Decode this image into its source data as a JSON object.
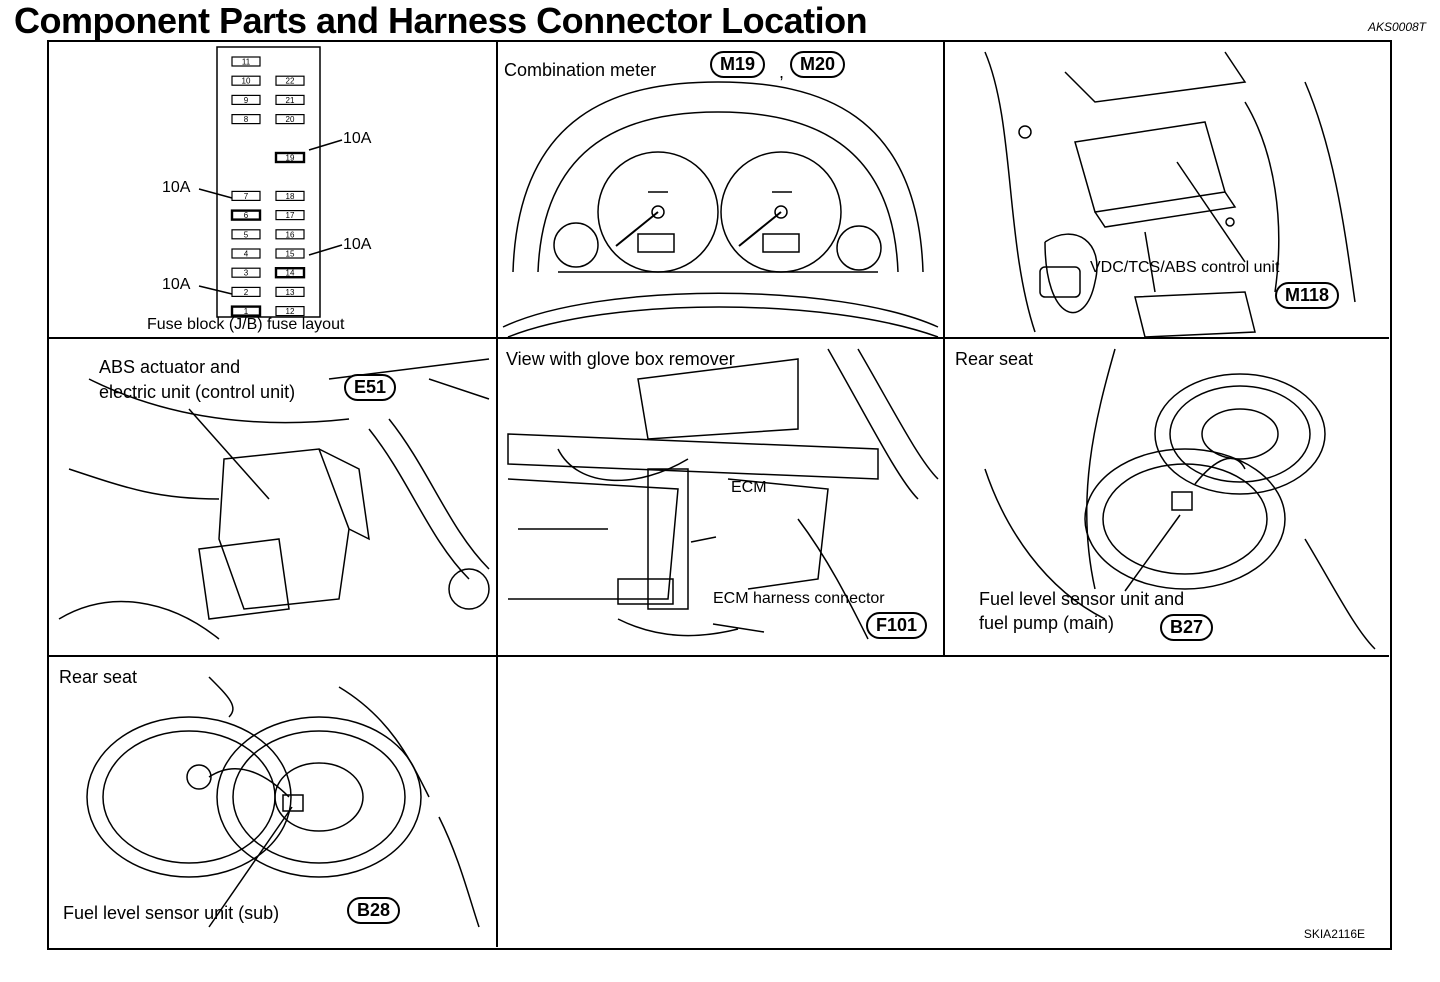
{
  "title": "Component Parts and Harness Connector Location",
  "ref_code": "AKS0008T",
  "figure_code": "SKIA2116E",
  "fuse_panel": {
    "caption": "Fuse block (J/B) fuse layout",
    "left_column": [
      "11",
      "10",
      "9",
      "8",
      "7",
      "6",
      "5",
      "4",
      "3",
      "2",
      "1"
    ],
    "right_column": [
      "22",
      "21",
      "20",
      "19",
      "18",
      "17",
      "16",
      "15",
      "14",
      "13",
      "12"
    ],
    "callouts": [
      {
        "fuse": "19",
        "label": "10A"
      },
      {
        "fuse": "6",
        "label": "10A"
      },
      {
        "fuse": "14",
        "label": "10A"
      },
      {
        "fuse": "1",
        "label": "10A"
      }
    ]
  },
  "meter_panel": {
    "caption": "Combination meter",
    "connectors": [
      "M19",
      "M20"
    ],
    "separator": ","
  },
  "vdc_panel": {
    "caption": "VDC/TCS/ABS control unit",
    "connector": "M118"
  },
  "abs_panel": {
    "caption_line1": "ABS actuator and",
    "caption_line2": "electric unit (control unit)",
    "connector": "E51"
  },
  "ecm_panel": {
    "caption": "View with glove box remover",
    "ecm_label": "ECM",
    "harness_label": "ECM harness connector",
    "connector": "F101"
  },
  "rear_main_panel": {
    "caption": "Rear seat",
    "label_line1": "Fuel level sensor unit and",
    "label_line2": "fuel pump (main)",
    "connector": "B27"
  },
  "rear_sub_panel": {
    "caption": "Rear seat",
    "label": "Fuel level sensor unit (sub)",
    "connector": "B28"
  }
}
